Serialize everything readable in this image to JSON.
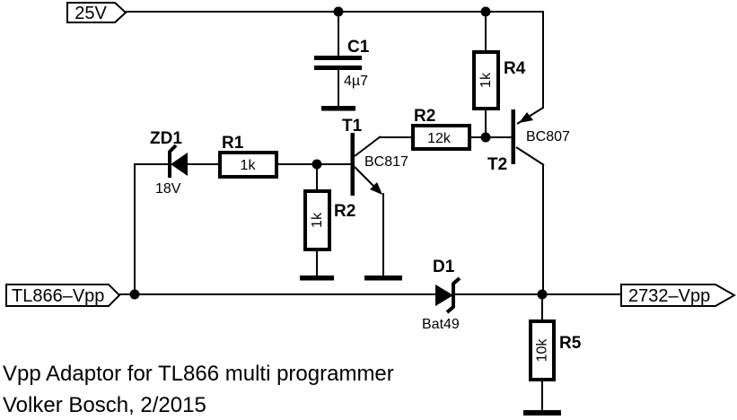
{
  "page": {
    "background": "#ffffff",
    "ink": "#000000"
  },
  "title_block": {
    "line1": "Vpp Adaptor for TL866 multi programmer",
    "line2": "Volker Bosch, 2/2015"
  },
  "ports": {
    "supply": {
      "label": "25V"
    },
    "input": {
      "label": "TL866–Vpp"
    },
    "output": {
      "label": "2732–Vpp"
    }
  },
  "components": {
    "c1": {
      "ref": "C1",
      "value": "4µ7",
      "kind": "capacitor"
    },
    "zd1": {
      "ref": "ZD1",
      "value": "18V",
      "kind": "zener-diode"
    },
    "r1": {
      "ref": "R1",
      "value": "1k",
      "kind": "resistor"
    },
    "r2a": {
      "ref": "R2",
      "value": "1k",
      "kind": "resistor"
    },
    "r2b": {
      "ref": "R2",
      "value": "12k",
      "kind": "resistor"
    },
    "r4": {
      "ref": "R4",
      "value": "1k",
      "kind": "resistor"
    },
    "r5": {
      "ref": "R5",
      "value": "10k",
      "kind": "resistor"
    },
    "t1": {
      "ref": "T1",
      "value": "BC817",
      "kind": "npn-transistor"
    },
    "t2": {
      "ref": "T2",
      "value": "BC807",
      "kind": "pnp-transistor"
    },
    "d1": {
      "ref": "D1",
      "value": "Bat49",
      "kind": "schottky-diode"
    }
  }
}
